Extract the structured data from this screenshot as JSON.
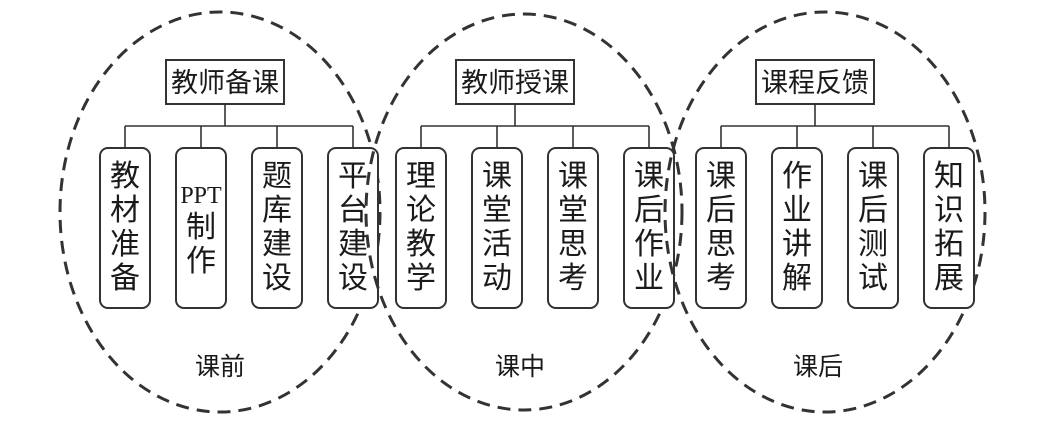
{
  "groups": [
    {
      "header": "教师备课",
      "stage": "课前",
      "items": [
        [
          "教",
          "材",
          "准",
          "备"
        ],
        [
          "PPT",
          "制",
          "作"
        ],
        [
          "题",
          "库",
          "建",
          "设"
        ],
        [
          "平",
          "台",
          "建",
          "设"
        ]
      ]
    },
    {
      "header": "教师授课",
      "stage": "课中",
      "items": [
        [
          "理",
          "论",
          "教",
          "学"
        ],
        [
          "课",
          "堂",
          "活",
          "动"
        ],
        [
          "课",
          "堂",
          "思",
          "考"
        ],
        [
          "课",
          "后",
          "作",
          "业"
        ]
      ]
    },
    {
      "header": "课程反馈",
      "stage": "课后",
      "items": [
        [
          "课",
          "后",
          "思",
          "考"
        ],
        [
          "作",
          "业",
          "讲",
          "解"
        ],
        [
          "课",
          "后",
          "测",
          "试"
        ],
        [
          "知",
          "识",
          "拓",
          "展"
        ]
      ]
    }
  ],
  "colors": {
    "line": "#333333",
    "text": "#1a1a1a",
    "background": "#ffffff"
  }
}
